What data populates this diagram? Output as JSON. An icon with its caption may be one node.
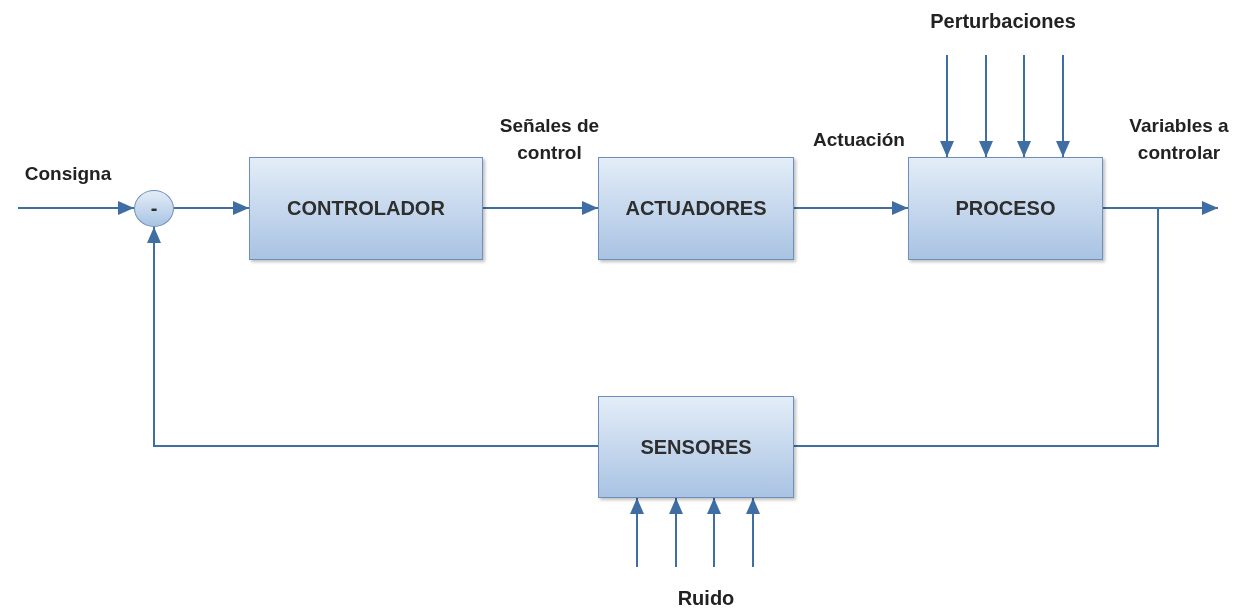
{
  "diagram": {
    "nodes": [
      {
        "text": [
          "-"
        ]
      },
      {
        "text": [
          "CONTROLADOR"
        ]
      },
      {
        "text": [
          "ACTUADORES"
        ]
      },
      {
        "text": [
          "PROCESO"
        ]
      },
      {
        "text": [
          "SENSORES"
        ]
      },
      {
        "text": [
          "Perturbaciones"
        ]
      },
      {
        "text": [
          "Ruido"
        ]
      }
    ],
    "edges": [
      {
        "from": null,
        "to": 0,
        "arrow": "to",
        "label": "Consigna"
      },
      {
        "from": 0,
        "to": 1,
        "arrow": "to"
      },
      {
        "from": 1,
        "to": 2,
        "arrow": "to",
        "label": "Señales de control"
      },
      {
        "from": 2,
        "to": 3,
        "arrow": "to",
        "label": "Actuación"
      },
      {
        "from": 3,
        "to": null,
        "arrow": "to",
        "label": "Variables a controlar"
      },
      {
        "from": 3,
        "to": 4,
        "arrow": "none"
      },
      {
        "from": 4,
        "to": 0,
        "arrow": "to"
      },
      {
        "from": 5,
        "to": 3,
        "arrow": "to"
      },
      {
        "from": 5,
        "to": 3,
        "arrow": "to"
      },
      {
        "from": 5,
        "to": 3,
        "arrow": "to"
      },
      {
        "from": 5,
        "to": 3,
        "arrow": "to"
      },
      {
        "from": 6,
        "to": 4,
        "arrow": "to"
      },
      {
        "from": 6,
        "to": 4,
        "arrow": "to"
      },
      {
        "from": 6,
        "to": 4,
        "arrow": "to"
      },
      {
        "from": 6,
        "to": 4,
        "arrow": "to"
      }
    ]
  }
}
